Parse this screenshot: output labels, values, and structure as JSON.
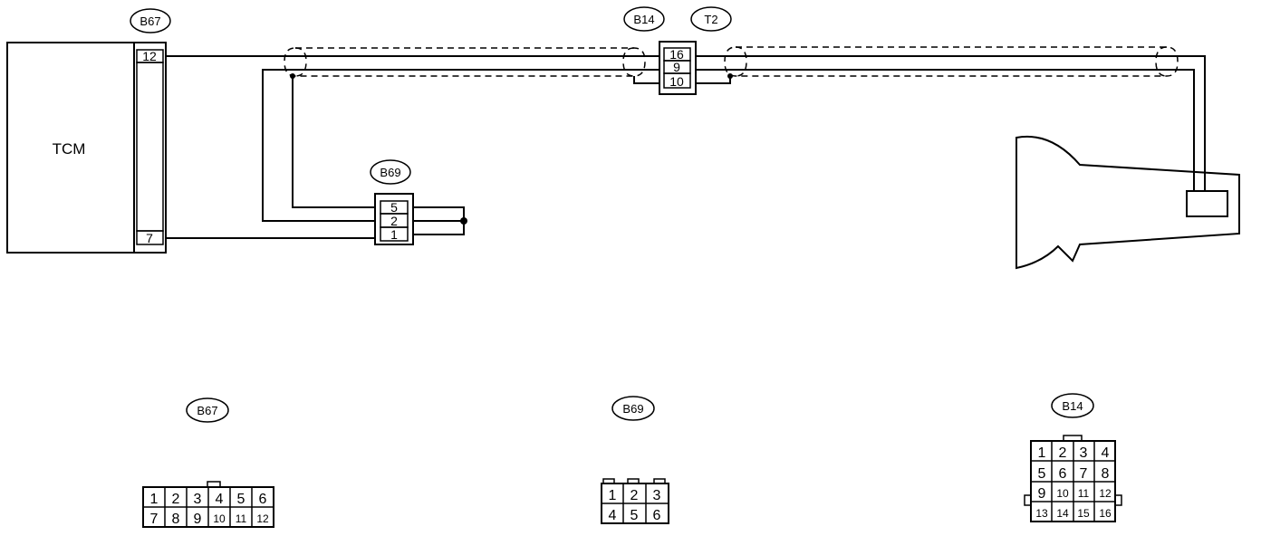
{
  "ecu": {
    "label": "TCM"
  },
  "connectors": {
    "b67": {
      "label": "B67",
      "pin_top": "12",
      "pin_bottom": "7"
    },
    "b69": {
      "label": "B69",
      "pins": [
        "5",
        "2",
        "1"
      ]
    },
    "b14": {
      "label": "B14",
      "pins": [
        "16",
        "9",
        "10"
      ]
    },
    "t2": {
      "label": "T2"
    }
  },
  "faces": {
    "b67": {
      "label": "B67",
      "row1": [
        "1",
        "2",
        "3",
        "4",
        "5",
        "6"
      ],
      "row2": [
        "7",
        "8",
        "9",
        "10",
        "11",
        "12"
      ]
    },
    "b69": {
      "label": "B69",
      "row1": [
        "1",
        "2",
        "3"
      ],
      "row2": [
        "4",
        "5",
        "6"
      ]
    },
    "b14": {
      "label": "B14",
      "rows": [
        [
          "1",
          "2",
          "3",
          "4"
        ],
        [
          "5",
          "6",
          "7",
          "8"
        ],
        [
          "9",
          "10",
          "11",
          "12"
        ],
        [
          "13",
          "14",
          "15",
          "16"
        ]
      ]
    }
  },
  "colors": {
    "line": "#000000",
    "background": "#ffffff"
  }
}
